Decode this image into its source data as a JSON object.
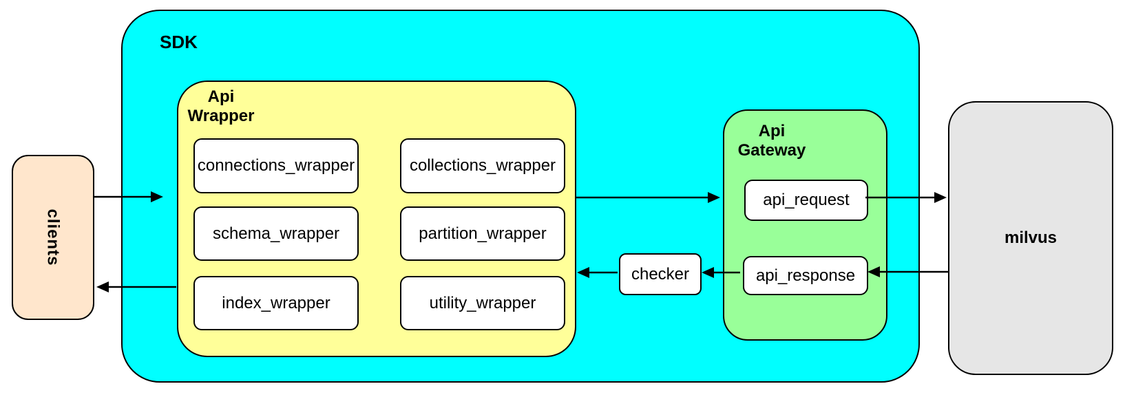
{
  "diagram": {
    "kind": "architecture-flow",
    "background": "#FFFFFF",
    "stroke_color": "#000000"
  },
  "nodes": {
    "clients": {
      "label": "clients",
      "fill": "#FFE6CC",
      "text_orientation": "vertical"
    },
    "sdk": {
      "label": "SDK",
      "fill": "#00FFFF"
    },
    "api_wrapper": {
      "label": "Api\nWrapper",
      "fill": "#FFFF99"
    },
    "wrappers": [
      {
        "label": "connections_wrapper"
      },
      {
        "label": "collections_wrapper"
      },
      {
        "label": "schema_wrapper"
      },
      {
        "label": "partition_wrapper"
      },
      {
        "label": "index_wrapper"
      },
      {
        "label": "utility_wrapper"
      }
    ],
    "checker": {
      "label": "checker",
      "fill": "#FFFFFF"
    },
    "api_gateway": {
      "label": "Api\nGateway",
      "fill": "#99FF99"
    },
    "api_request": {
      "label": "api_request",
      "fill": "#FFFFFF"
    },
    "api_response": {
      "label": "api_response",
      "fill": "#FFFFFF"
    },
    "milvus": {
      "label": "milvus",
      "fill": "#E6E6E6"
    }
  },
  "edges": [
    {
      "from": "clients",
      "to": "sdk",
      "direction": "right"
    },
    {
      "from": "api_wrapper",
      "to": "api_request",
      "direction": "right"
    },
    {
      "from": "api_request",
      "to": "milvus",
      "direction": "right"
    },
    {
      "from": "milvus",
      "to": "api_response",
      "direction": "left"
    },
    {
      "from": "api_response",
      "to": "checker",
      "direction": "left"
    },
    {
      "from": "checker",
      "to": "api_wrapper",
      "direction": "left"
    },
    {
      "from": "sdk",
      "to": "clients",
      "direction": "left"
    }
  ]
}
